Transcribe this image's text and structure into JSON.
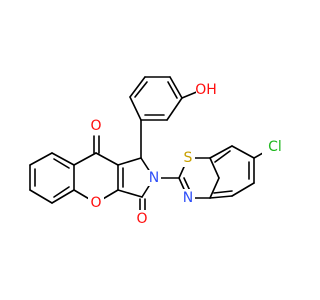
{
  "molecule": {
    "atoms": {
      "o_hydroxyl": {
        "symbol": "O",
        "suffix": "H",
        "color": "#ff0d0d"
      },
      "o_ketone": {
        "symbol": "O",
        "color": "#ff0d0d"
      },
      "o_ring": {
        "symbol": "O",
        "color": "#ff0d0d"
      },
      "o_lactam": {
        "symbol": "O",
        "color": "#ff0d0d"
      },
      "n_pyrrole": {
        "symbol": "N",
        "color": "#3050f8"
      },
      "n_thiazole": {
        "symbol": "N",
        "color": "#3050f8"
      },
      "s_thiazole": {
        "symbol": "S",
        "color": "#c8a000"
      },
      "cl": {
        "symbol": "Cl",
        "color": "#1fb81f"
      }
    }
  }
}
